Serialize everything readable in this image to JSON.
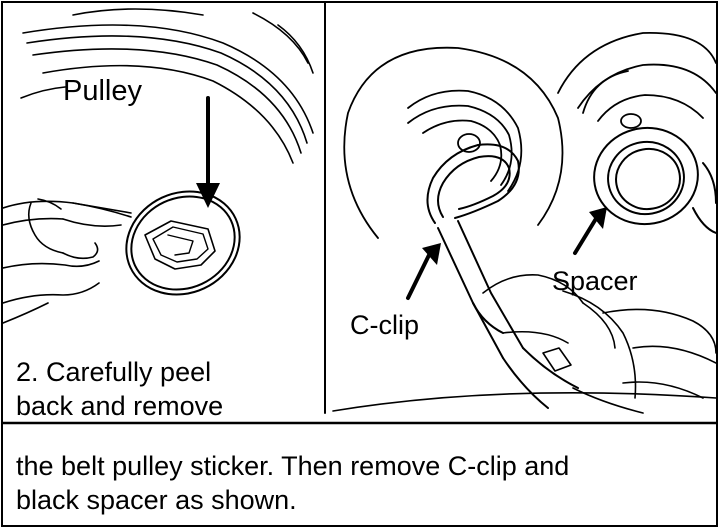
{
  "labels": {
    "pulley": "Pulley",
    "spacer": "Spacer",
    "c_clip": "C-clip"
  },
  "instructions": {
    "step_line1": "2. Carefully peel",
    "step_line2": "back and remove",
    "caption_line1": "the belt pulley sticker.  Then remove C-clip and",
    "caption_line2": "black spacer as shown."
  },
  "colors": {
    "line": "#000000",
    "background": "#ffffff"
  }
}
